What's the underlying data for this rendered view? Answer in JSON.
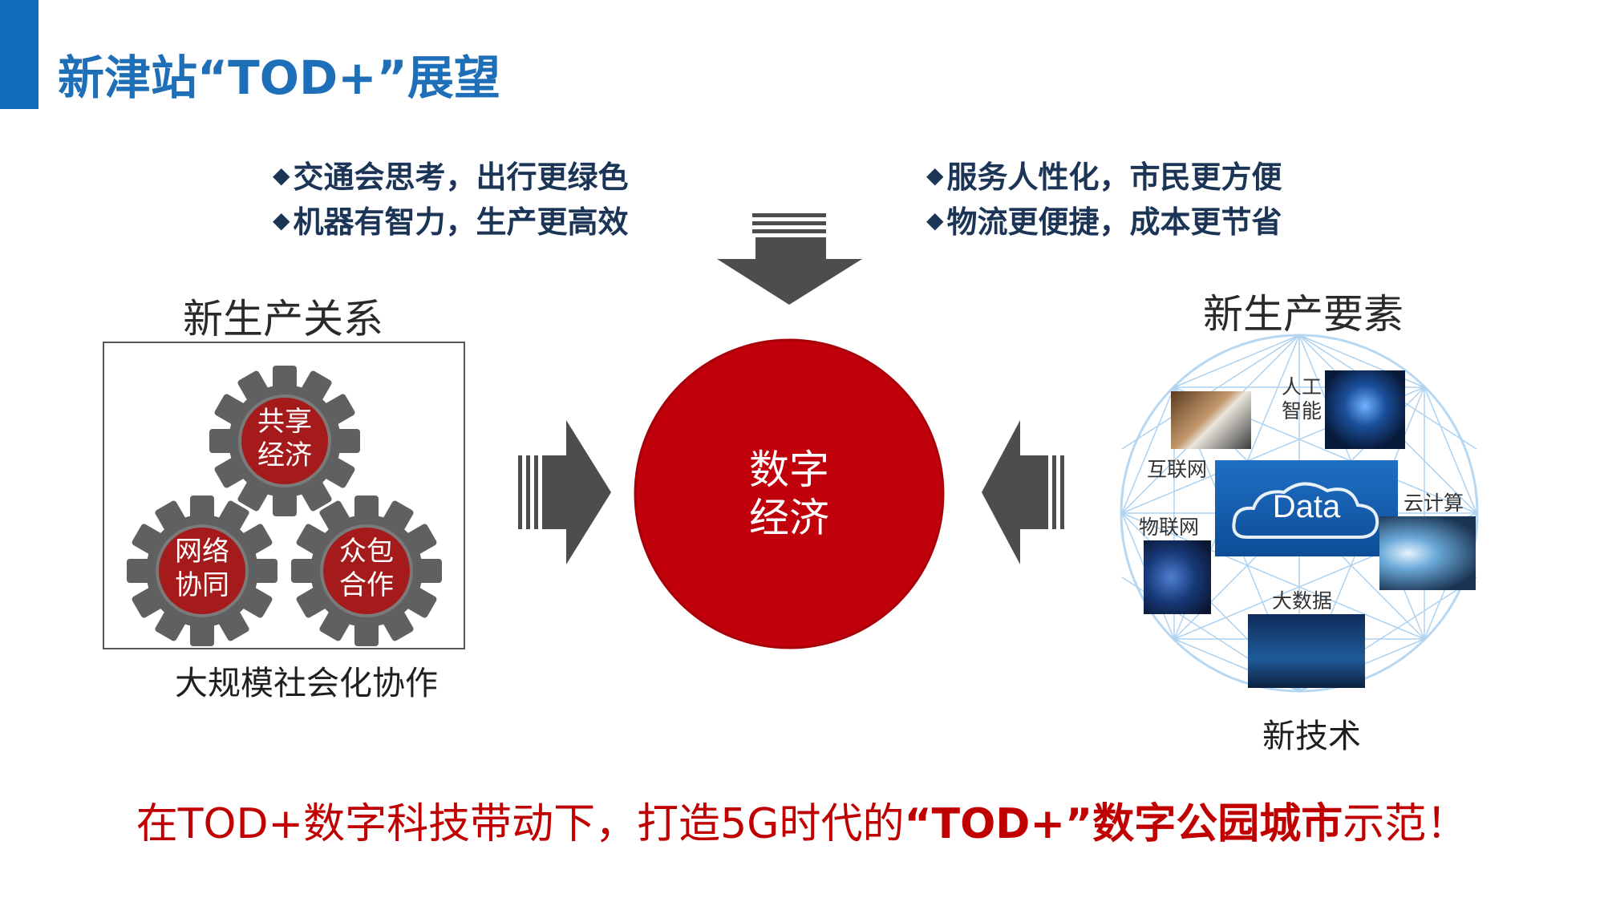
{
  "title": "新津站“TOD+”展望",
  "bullets_left": [
    "交通会思考，出行更绿色",
    "机器有智力，生产更高效"
  ],
  "bullets_right": [
    "服务人性化，市民更方便",
    "物流更便捷，成本更节省"
  ],
  "bullet_marker": "◆",
  "left_panel": {
    "heading": "新生产关系",
    "gears": [
      {
        "line1": "共享",
        "line2": "经济"
      },
      {
        "line1": "网络",
        "line2": "协同"
      },
      {
        "line1": "众包",
        "line2": "合作"
      }
    ],
    "caption": "大规模社会化协作"
  },
  "center": {
    "line1": "数字",
    "line2": "经济"
  },
  "right_panel": {
    "heading": "新生产要素",
    "labels": {
      "ai_line1": "人工",
      "ai_line2": "智能",
      "internet": "互联网",
      "cloud": "云计算",
      "iot": "物联网",
      "bigdata": "大数据",
      "data": "Data"
    },
    "caption": "新技术"
  },
  "bottom": {
    "part1": "在TOD+数字科技带动下，打造5G时代的",
    "part2": "“TOD+”数字公园城市",
    "part3": "示范！"
  },
  "colors": {
    "accent": "#0f6cbd",
    "title": "#1e6fb8",
    "center_circle": "#c0000a",
    "gear": "#606060",
    "gear_core": "#a51b1b",
    "arrow": "#4d4d4d",
    "bottom_text": "#c00000"
  }
}
